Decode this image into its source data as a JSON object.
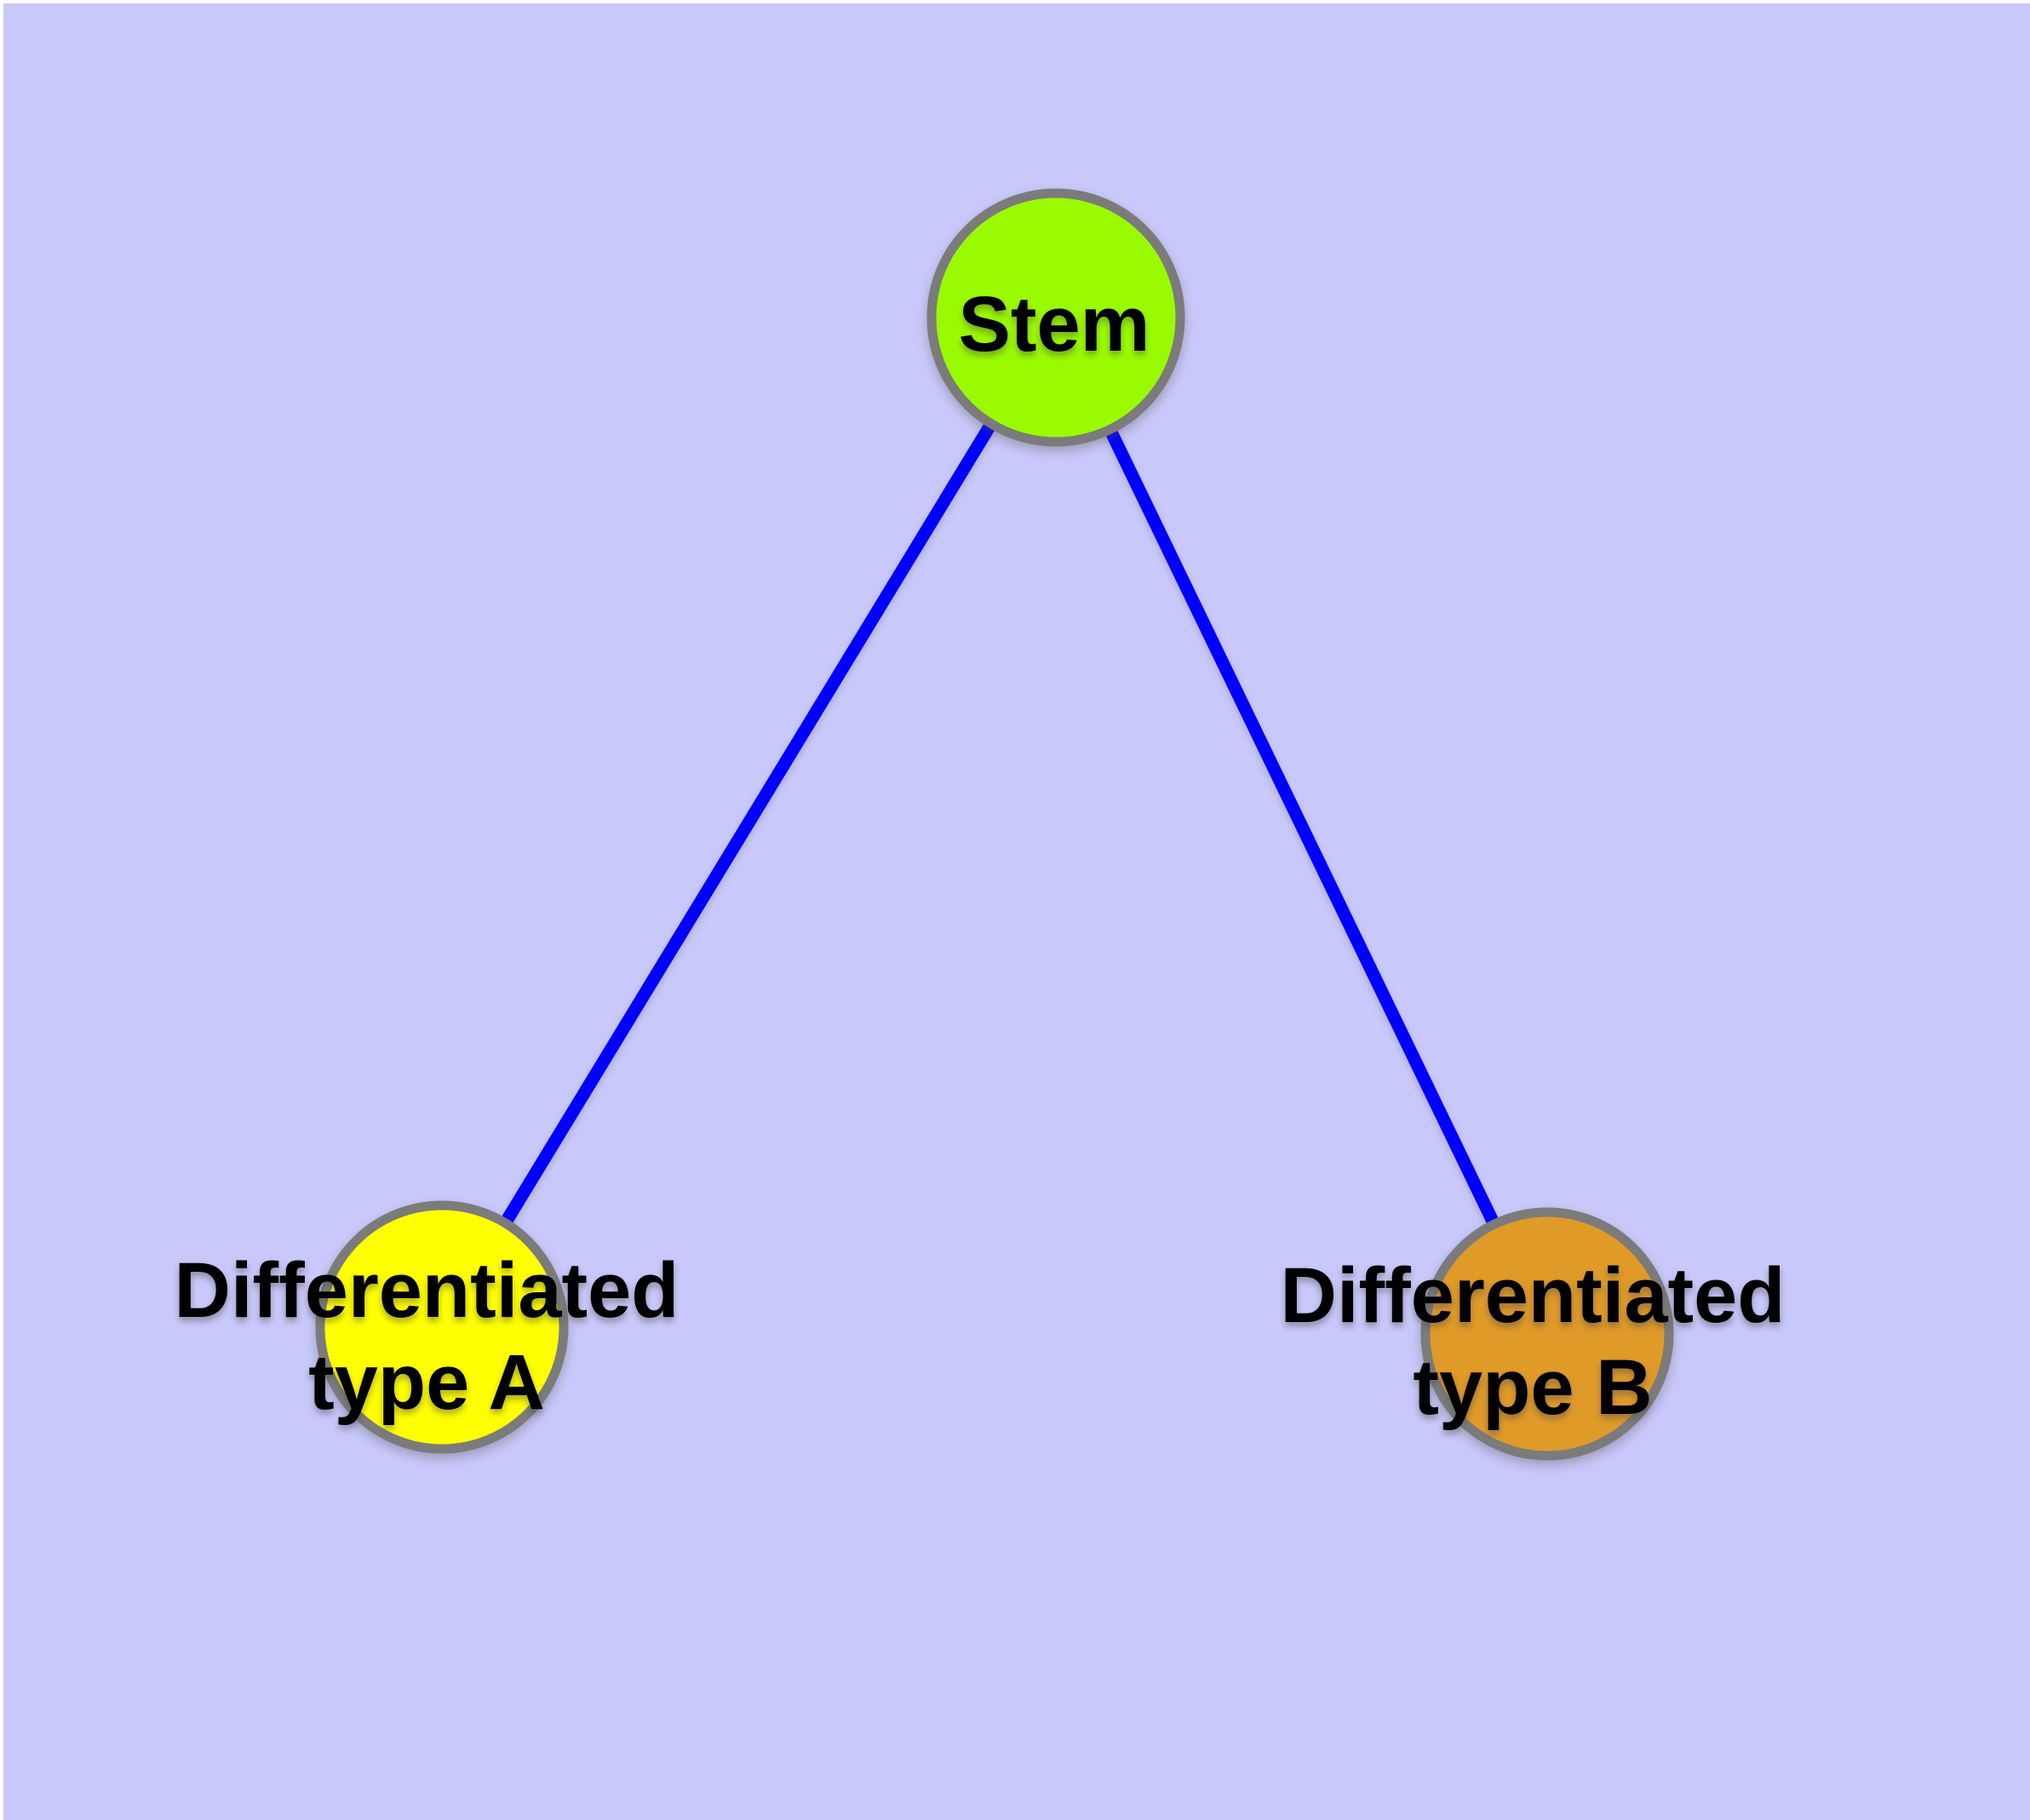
{
  "diagram": {
    "background_color": "#c8c8fa",
    "page_margin_color": "#ffffff",
    "edge_color": "#0000ff",
    "node_border_color": "#7b7b7b",
    "text_color": "#000000",
    "nodes": {
      "stem": {
        "label": "Stem",
        "fill": "#9afb00"
      },
      "type_a": {
        "label_line1": "Differentiated",
        "label_line2": "type A",
        "fill": "#ffff00"
      },
      "type_b": {
        "label_line1": "Differentiated",
        "label_line2": "type B",
        "fill": "#e09a28"
      }
    },
    "edges": [
      {
        "from": "Stem",
        "to": "Differentiated type A"
      },
      {
        "from": "Stem",
        "to": "Differentiated type B"
      }
    ]
  }
}
